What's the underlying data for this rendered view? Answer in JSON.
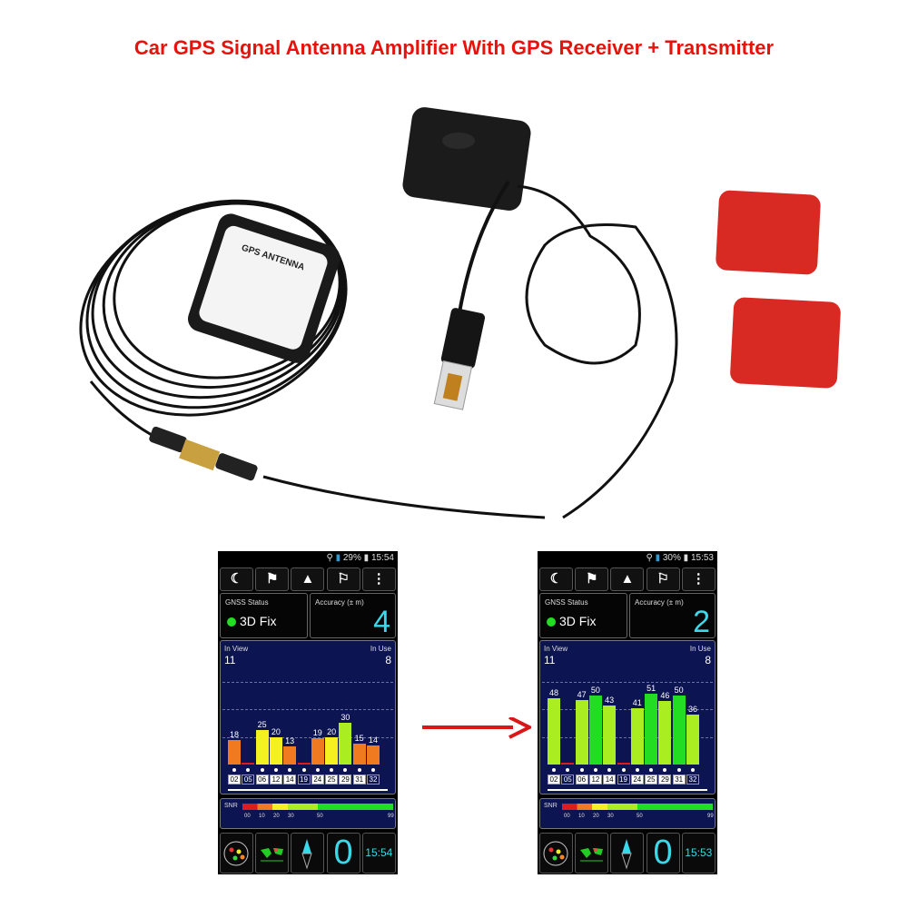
{
  "title": "Car GPS Signal Antenna Amplifier With GPS Receiver + Transmitter",
  "antenna_label": "GPS ANTENNA",
  "colors": {
    "title": "#e8120c",
    "panel": "#0c1452",
    "accent": "#3ad8e8",
    "green": "#22dd22",
    "yellow_green": "#aaee22",
    "yellow": "#f5f020",
    "orange": "#f07a20",
    "red": "#dd1c1c"
  },
  "phones": [
    {
      "status": {
        "battery": "29%",
        "time": "15:54"
      },
      "toolbar": [
        "☾",
        "⚑",
        "▲",
        "⚐",
        "⋮"
      ],
      "gnss_label": "GNSS Status",
      "fix": "3D Fix",
      "accuracy_label": "Accuracy (± m)",
      "accuracy": "4",
      "in_view_label": "In View",
      "in_view": "11",
      "in_use_label": "In Use",
      "in_use": "8",
      "satellites": [
        {
          "id": "02",
          "snr": 18,
          "used": true
        },
        {
          "id": "05",
          "snr": 0,
          "used": false
        },
        {
          "id": "06",
          "snr": 25,
          "used": true
        },
        {
          "id": "12",
          "snr": 20,
          "used": true
        },
        {
          "id": "14",
          "snr": 13,
          "used": true
        },
        {
          "id": "19",
          "snr": 0,
          "used": false
        },
        {
          "id": "24",
          "snr": 19,
          "used": true
        },
        {
          "id": "25",
          "snr": 20,
          "used": true
        },
        {
          "id": "29",
          "snr": 30,
          "used": true
        },
        {
          "id": "31",
          "snr": 15,
          "used": true
        },
        {
          "id": "32",
          "snr": 14,
          "used": false
        }
      ],
      "snr_label": "SNR",
      "snr_ticks": [
        "00",
        "10",
        "20",
        "30",
        "50",
        "99"
      ],
      "speed": "0",
      "clock": "15:54"
    },
    {
      "status": {
        "battery": "30%",
        "time": "15:53"
      },
      "toolbar": [
        "☾",
        "⚑",
        "▲",
        "⚐",
        "⋮"
      ],
      "gnss_label": "GNSS Status",
      "fix": "3D Fix",
      "accuracy_label": "Accuracy (± m)",
      "accuracy": "2",
      "in_view_label": "In View",
      "in_view": "11",
      "in_use_label": "In Use",
      "in_use": "8",
      "satellites": [
        {
          "id": "02",
          "snr": 48,
          "used": true
        },
        {
          "id": "05",
          "snr": 0,
          "used": false
        },
        {
          "id": "06",
          "snr": 47,
          "used": true
        },
        {
          "id": "12",
          "snr": 50,
          "used": true
        },
        {
          "id": "14",
          "snr": 43,
          "used": true
        },
        {
          "id": "19",
          "snr": 0,
          "used": false
        },
        {
          "id": "24",
          "snr": 41,
          "used": true
        },
        {
          "id": "25",
          "snr": 51,
          "used": true
        },
        {
          "id": "29",
          "snr": 46,
          "used": true
        },
        {
          "id": "31",
          "snr": 50,
          "used": true
        },
        {
          "id": "32",
          "snr": 36,
          "used": false
        }
      ],
      "snr_label": "SNR",
      "snr_ticks": [
        "00",
        "10",
        "20",
        "30",
        "50",
        "99"
      ],
      "speed": "0",
      "clock": "15:53"
    }
  ]
}
